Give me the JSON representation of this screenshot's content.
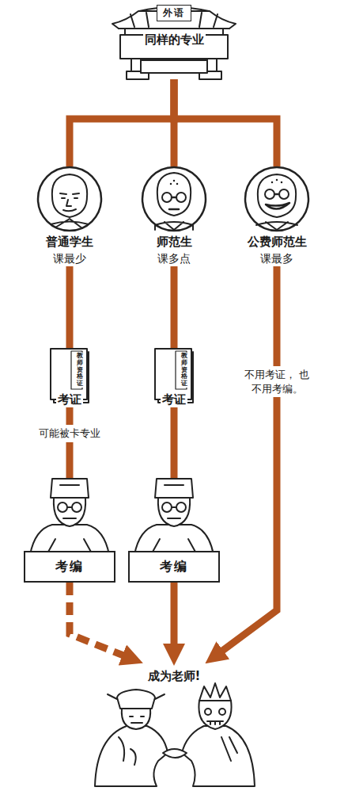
{
  "diagram": {
    "nodes": [
      {
        "text": [
          "外语",
          "同样的专业"
        ]
      },
      {
        "text": [
          "普通学生",
          "课最少"
        ]
      },
      {
        "text": [
          "师范生",
          "课多点"
        ]
      },
      {
        "text": [
          "公费师范生",
          "课最多"
        ]
      },
      {
        "text": [
          "考证"
        ]
      },
      {
        "text": [
          "考证"
        ]
      },
      {
        "text": [
          "考编"
        ]
      },
      {
        "text": [
          "考编"
        ]
      },
      {
        "text": [
          "成为老师!"
        ]
      }
    ],
    "edges": [
      {
        "from": 0,
        "to": 1,
        "arrow": "none"
      },
      {
        "from": 0,
        "to": 2,
        "arrow": "none"
      },
      {
        "from": 0,
        "to": 3,
        "arrow": "none"
      },
      {
        "from": 1,
        "to": 4,
        "arrow": "none"
      },
      {
        "from": 4,
        "to": 6,
        "arrow": "none",
        "label": "可能被卡专业"
      },
      {
        "from": 6,
        "to": 8,
        "arrow": "to"
      },
      {
        "from": 2,
        "to": 5,
        "arrow": "none"
      },
      {
        "from": 5,
        "to": 7,
        "arrow": "none"
      },
      {
        "from": 7,
        "to": 8,
        "arrow": "to"
      },
      {
        "from": 3,
        "to": 8,
        "arrow": "to",
        "label": "不用考证， 也不用考编。"
      }
    ],
    "labels": [
      "教师资格证",
      "教师资格证"
    ]
  }
}
